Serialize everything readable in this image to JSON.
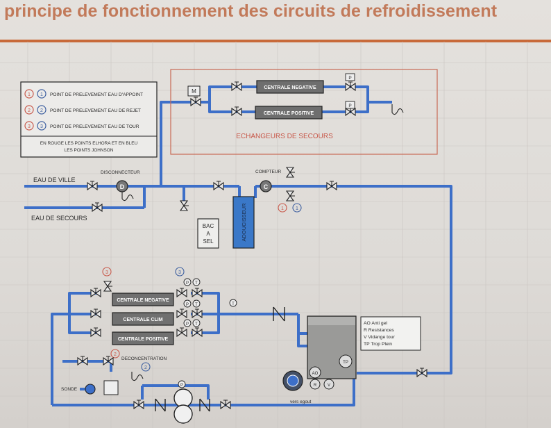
{
  "title": "principe de fonctionnement des circuits de refroidissement",
  "legend": {
    "rows": [
      {
        "red": "1",
        "blue": "1",
        "label": "POINT DE PRELEVEMENT EAU D'APPOINT"
      },
      {
        "red": "2",
        "blue": "2",
        "label": "POINT DE PRELEVEMENT EAU DE REJET"
      },
      {
        "red": "3",
        "blue": "3",
        "label": "POINT DE PRELEVEMENT EAU DE TOUR"
      }
    ],
    "note_line1": "EN ROUGE LES POINTS ELHORA ET EN BLEU",
    "note_line2": "LES POINTS JOHNSON"
  },
  "exchangers": {
    "caption": "ECHANGEURS DE SECOURS",
    "unit_top": "CENTRALE NEGATIVE",
    "unit_bottom": "CENTRALE POSITIVE",
    "motor": "M",
    "p_label": "P"
  },
  "supply": {
    "city_water": "EAU DE VILLE",
    "backup_water": "EAU DE SECOURS",
    "disconnector_label": "DISCONNECTEUR",
    "disconnector_symbol": "D",
    "meter_label": "COMPTEUR",
    "meter_symbol": "C",
    "salt_tank_lines": [
      "BAC",
      "A",
      "SEL"
    ],
    "softener": "ADOUCISSEUR",
    "point_red": "1",
    "point_blue": "1"
  },
  "cooling": {
    "unit_negative": "CENTRALE NEGATIVE",
    "unit_clim": "CENTRALE   CLIM",
    "unit_positive": "CENTRALE POSITIVE",
    "point_red_3": "3",
    "point_blue_3": "3",
    "p_label": "P",
    "t_label": "T",
    "deconcentration": "DECONCENTRATION",
    "point_red_2": "2",
    "point_blue_2": "2",
    "probe": "SONDE",
    "drain": "vers egout",
    "tower_legend": [
      "AO  Anti gel",
      "R  Resistances",
      "V  Vidange tour",
      "TP Trop Plein"
    ],
    "tower_ao": "AO",
    "tower_r": "R",
    "tower_v": "V",
    "tower_tp": "TP"
  }
}
